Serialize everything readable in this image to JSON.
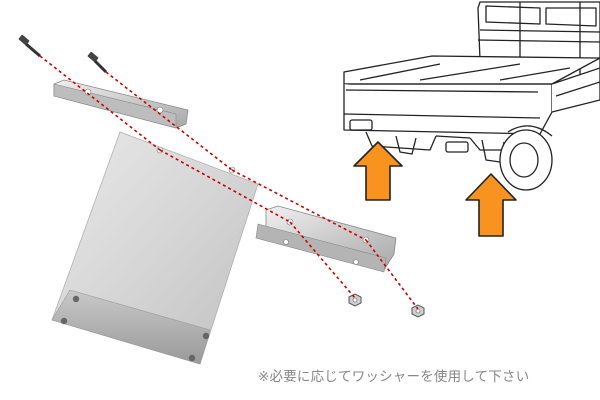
{
  "note": "※必要に応じてワッシャーを使用して下さい",
  "colors": {
    "arrow_fill": "#f7931e",
    "arrow_stroke": "#222222",
    "guide_line": "#cc0000",
    "plate": "#d2d2d2",
    "bracket": "#c4c4c4",
    "truck_line": "#222222"
  },
  "parts": {
    "bolts": 2,
    "nuts": 2,
    "brackets": 2,
    "plates": 1
  }
}
